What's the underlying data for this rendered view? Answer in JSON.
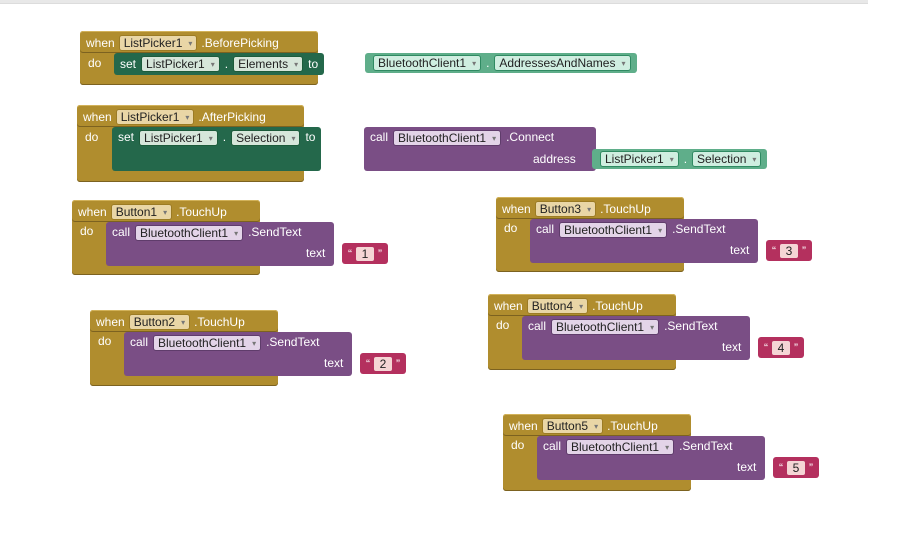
{
  "kw": {
    "when": "when",
    "do": "do",
    "set": "set",
    "call": "call",
    "to": "to",
    "dot": ".",
    "open_quote": "“",
    "close_quote": "”"
  },
  "dropdown_arrow": "▾",
  "colors": {
    "event": "#b08d2e",
    "set": "#24684b",
    "call": "#7a4e85",
    "component": "#5fae8a",
    "text": "#b4305e"
  },
  "blocks": [
    {
      "event": {
        "component": "ListPicker1",
        "event": ".BeforePicking"
      },
      "set": {
        "component": "ListPicker1",
        "property": "Elements"
      },
      "value": {
        "component": "BluetoothClient1",
        "property": "AddressesAndNames"
      }
    },
    {
      "event": {
        "component": "ListPicker1",
        "event": ".AfterPicking"
      },
      "set": {
        "component": "ListPicker1",
        "property": "Selection"
      },
      "call": {
        "component": "BluetoothClient1",
        "method": ".Connect",
        "param": "address"
      },
      "arg": {
        "component": "ListPicker1",
        "property": "Selection"
      }
    },
    {
      "event": {
        "component": "Button1",
        "event": ".TouchUp"
      },
      "call": {
        "component": "BluetoothClient1",
        "method": ".SendText",
        "param": "text"
      },
      "text": "1"
    },
    {
      "event": {
        "component": "Button3",
        "event": ".TouchUp"
      },
      "call": {
        "component": "BluetoothClient1",
        "method": ".SendText",
        "param": "text"
      },
      "text": "3"
    },
    {
      "event": {
        "component": "Button2",
        "event": ".TouchUp"
      },
      "call": {
        "component": "BluetoothClient1",
        "method": ".SendText",
        "param": "text"
      },
      "text": "2"
    },
    {
      "event": {
        "component": "Button4",
        "event": ".TouchUp"
      },
      "call": {
        "component": "BluetoothClient1",
        "method": ".SendText",
        "param": "text"
      },
      "text": "4"
    },
    {
      "event": {
        "component": "Button5",
        "event": ".TouchUp"
      },
      "call": {
        "component": "BluetoothClient1",
        "method": ".SendText",
        "param": "text"
      },
      "text": "5"
    }
  ]
}
